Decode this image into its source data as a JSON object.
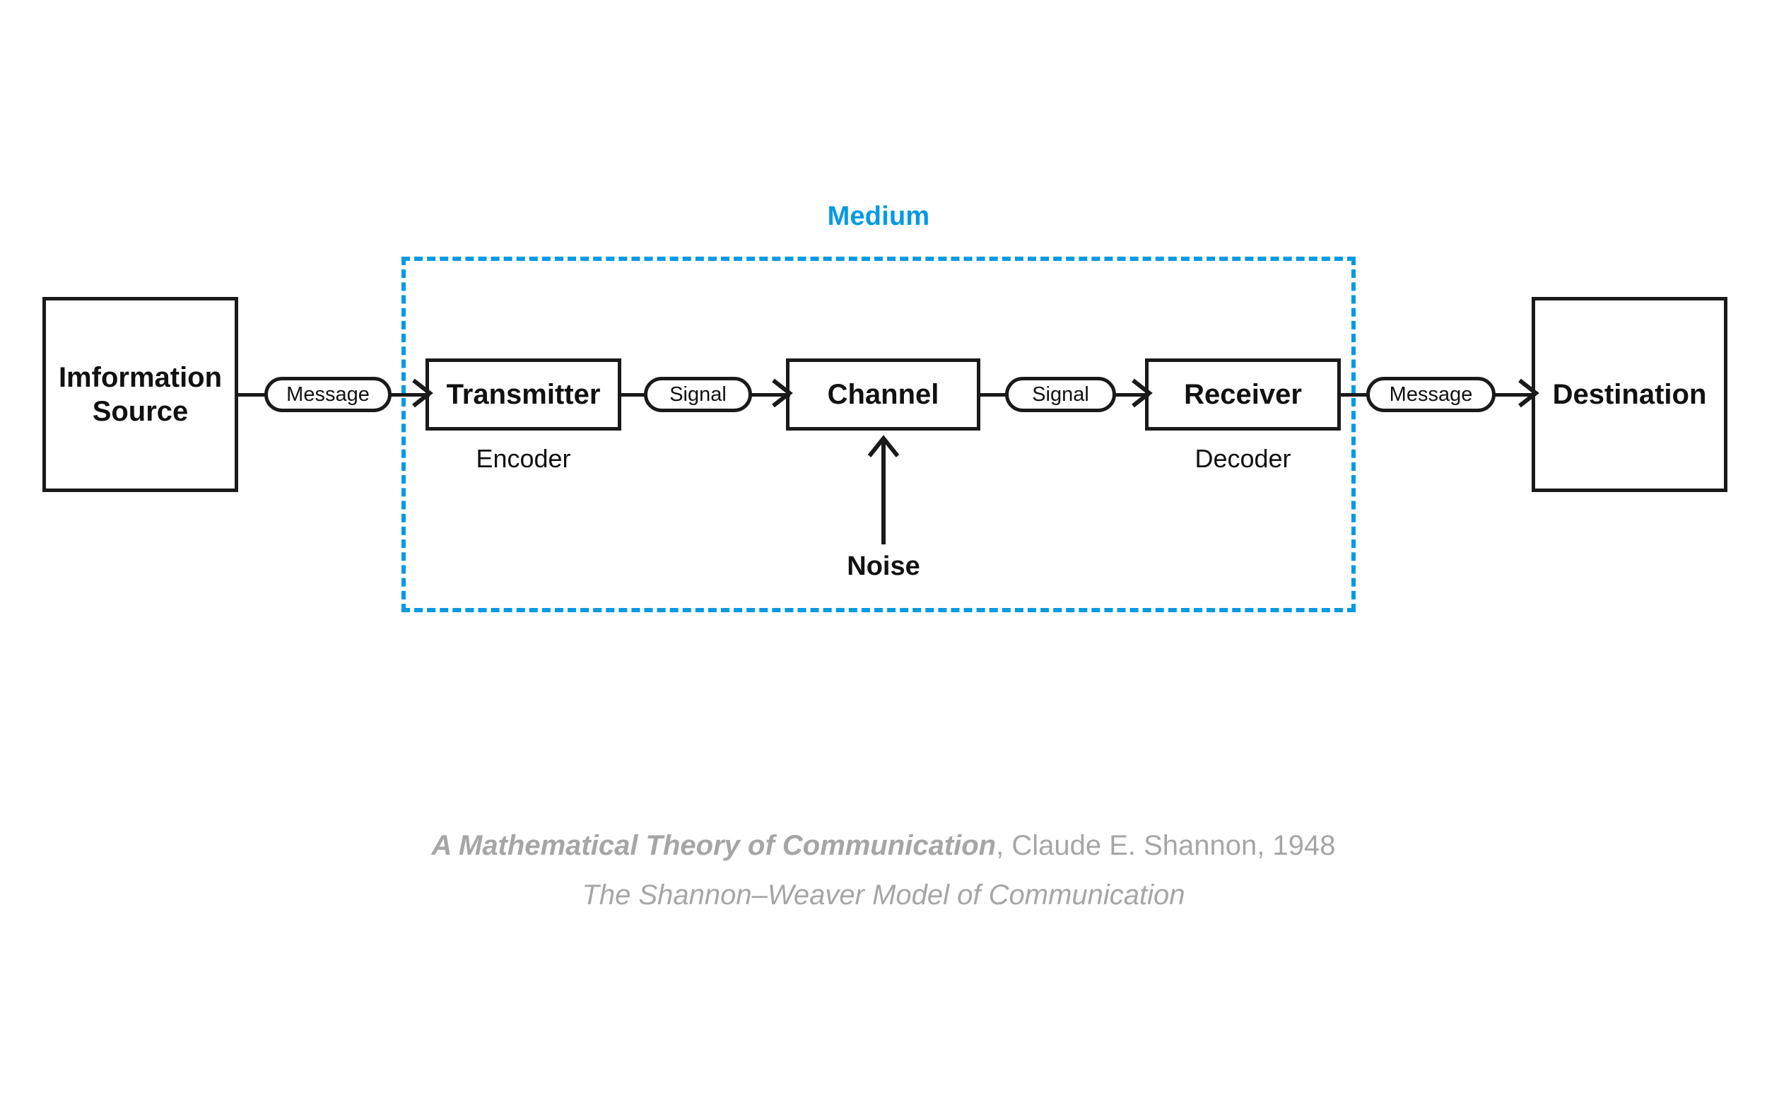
{
  "diagram": {
    "title": "The Shannon-Weaver Model of Communication",
    "medium": {
      "label": "Medium",
      "color": "#029ae4"
    },
    "nodes": {
      "source": {
        "label": "Imformation\nSource"
      },
      "transmitter": {
        "label": "Transmitter",
        "sublabel": "Encoder"
      },
      "channel": {
        "label": "Channel"
      },
      "receiver": {
        "label": "Receiver",
        "sublabel": "Decoder"
      },
      "destination": {
        "label": "Destination"
      },
      "noise": {
        "label": "Noise"
      }
    },
    "edge_labels": {
      "message_left": "Message",
      "signal_left": "Signal",
      "signal_right": "Signal",
      "message_right": "Message"
    },
    "colors": {
      "stroke": "#1a1a1a",
      "accent": "#029ae4",
      "caption": "#a6a6a6",
      "background": "#ffffff"
    }
  },
  "caption": {
    "line1_title": "A Mathematical Theory of Communication",
    "line1_rest": ", Claude E. Shannon, 1948",
    "line2": "The Shannon–Weaver Model of Communication"
  }
}
